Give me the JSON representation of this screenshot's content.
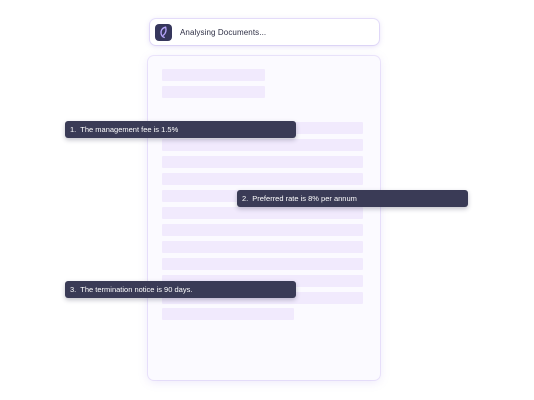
{
  "status": {
    "text": "Analysing Documents...",
    "logo_icon": "leaf-logo-icon",
    "logo_color": "#36375c"
  },
  "document": {
    "background": "#fbfaff",
    "line_color": "#f1eafd"
  },
  "callouts": [
    {
      "number": "1.",
      "text": "The management fee is 1.5%"
    },
    {
      "number": "2.",
      "text": "Preferred rate is 8% per annum"
    },
    {
      "number": "3.",
      "text": "The termination notice is 90 days."
    }
  ],
  "colors": {
    "callout_bg": "#3a3b56",
    "callout_text": "#ffffff",
    "accent_glow": "#c8b9f5"
  }
}
